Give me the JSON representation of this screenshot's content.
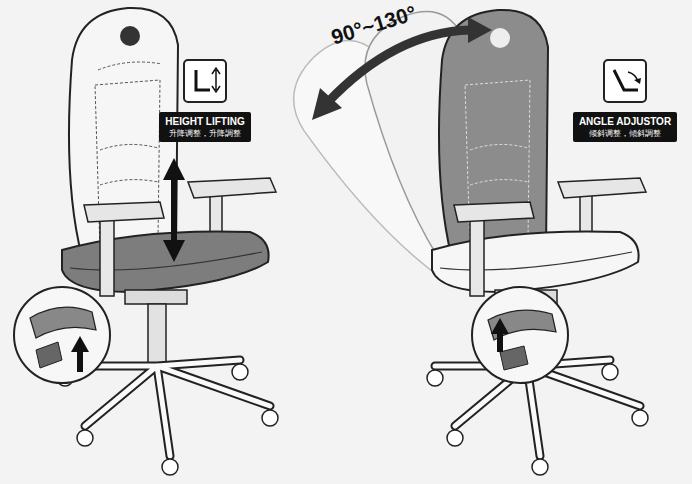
{
  "diagram": {
    "nodes": [
      {
        "text": [
          "HEIGHT LIFTING",
          "升降调整，升降調整"
        ]
      },
      {
        "text": [
          "ANGLE ADJUSTOR",
          "倾斜调整，傾斜調整"
        ]
      }
    ],
    "labels": [
      "90°~130°"
    ]
  }
}
